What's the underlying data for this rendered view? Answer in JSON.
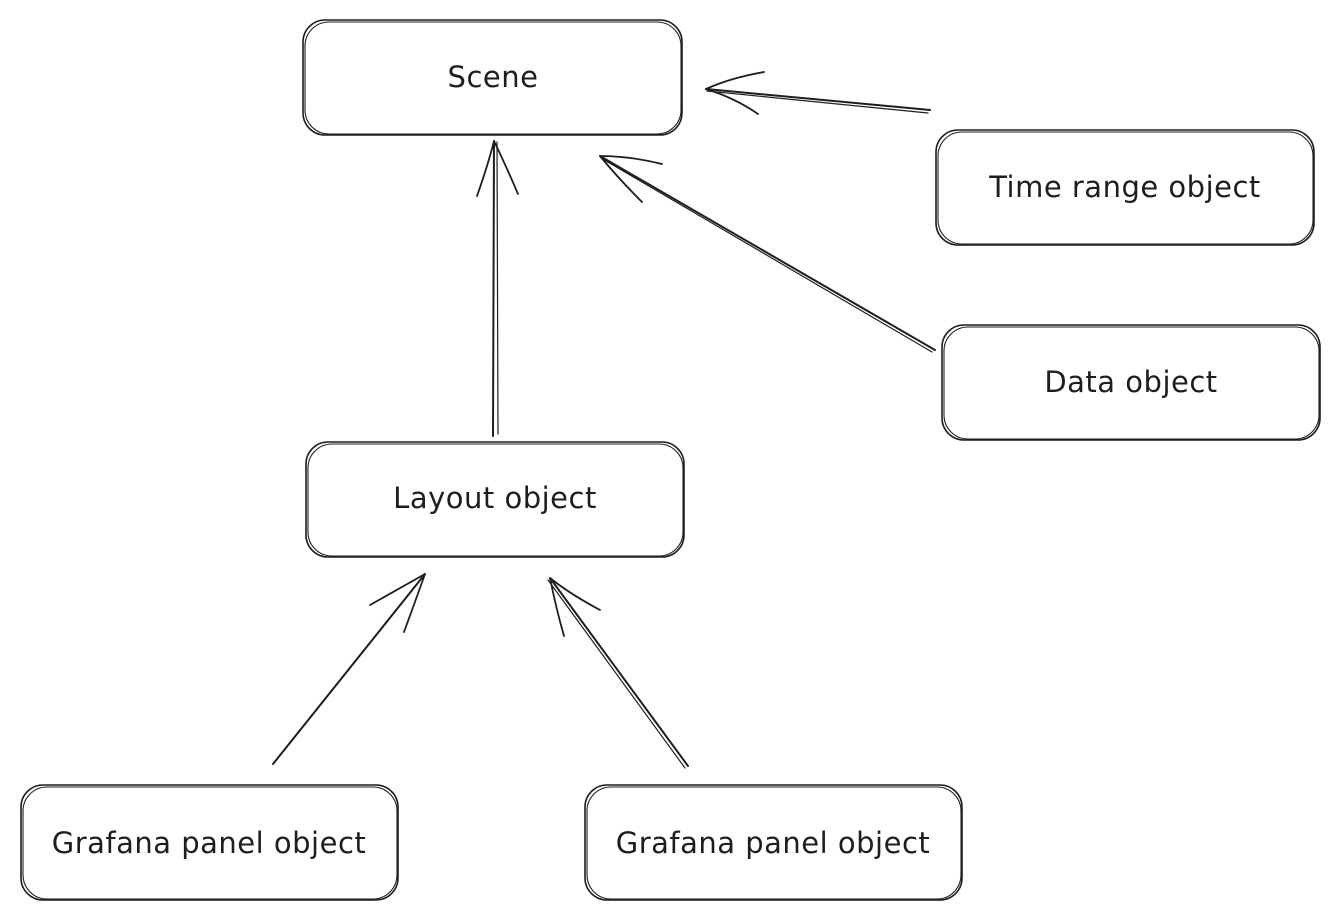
{
  "diagram": {
    "nodes": {
      "scene": {
        "label": "Scene"
      },
      "time_range": {
        "label": "Time range object"
      },
      "data": {
        "label": "Data object"
      },
      "layout": {
        "label": "Layout object"
      },
      "panel_left": {
        "label": "Grafana panel object"
      },
      "panel_right": {
        "label": "Grafana panel object"
      }
    },
    "edges": [
      {
        "from": "time_range",
        "to": "scene"
      },
      {
        "from": "data",
        "to": "scene"
      },
      {
        "from": "layout",
        "to": "scene"
      },
      {
        "from": "panel_left",
        "to": "layout"
      },
      {
        "from": "panel_right",
        "to": "layout"
      }
    ],
    "colors": {
      "stroke": "#1e1e1e",
      "background": "#ffffff"
    }
  }
}
